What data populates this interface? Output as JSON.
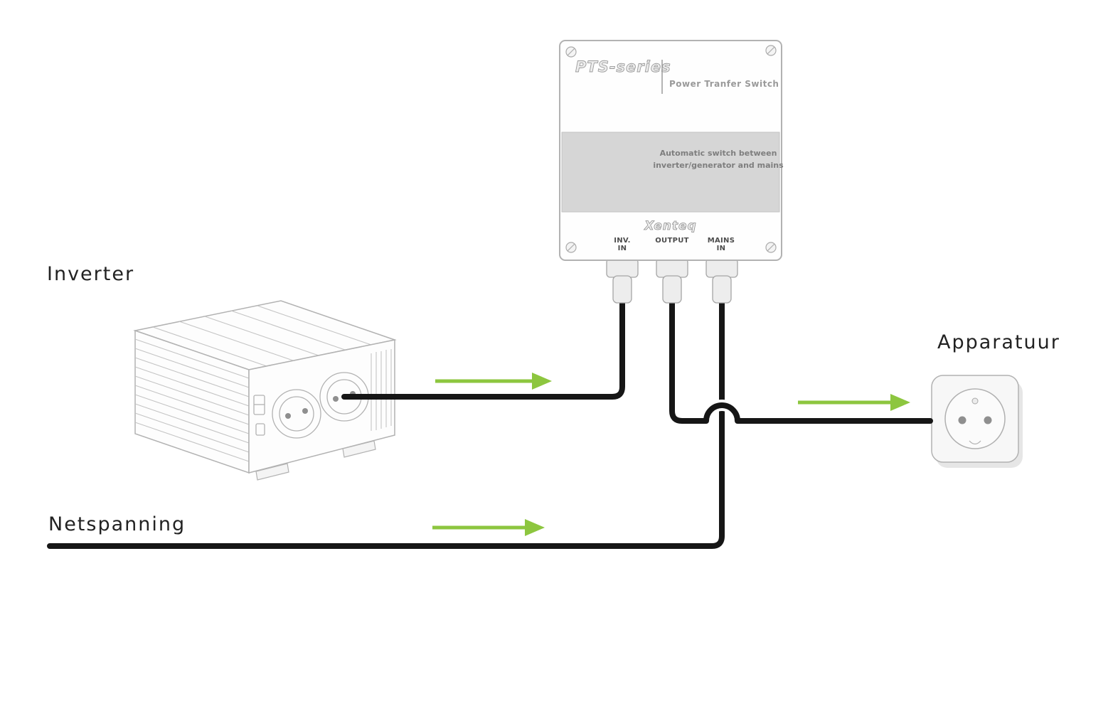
{
  "labels": {
    "inverter": "Inverter",
    "netspanning": "Netspanning",
    "apparatuur": "Apparatuur"
  },
  "pts": {
    "series_name": "PTS-series",
    "product_name": "Power Tranfer Switch",
    "description_line1": "Automatic switch between",
    "description_line2": "inverter/generator and mains",
    "brand": "Xenteq",
    "connectors": {
      "inv_in_line1": "INV.",
      "inv_in_line2": "IN",
      "output": "OUTPUT",
      "mains_in_line1": "MAINS",
      "mains_in_line2": "IN"
    }
  },
  "colors": {
    "arrow_green": "#8dc63f",
    "cable_black": "#161616",
    "line_gray": "#b2b2b2",
    "panel_gray": "#d6d6d6",
    "label_dark": "#222222"
  }
}
